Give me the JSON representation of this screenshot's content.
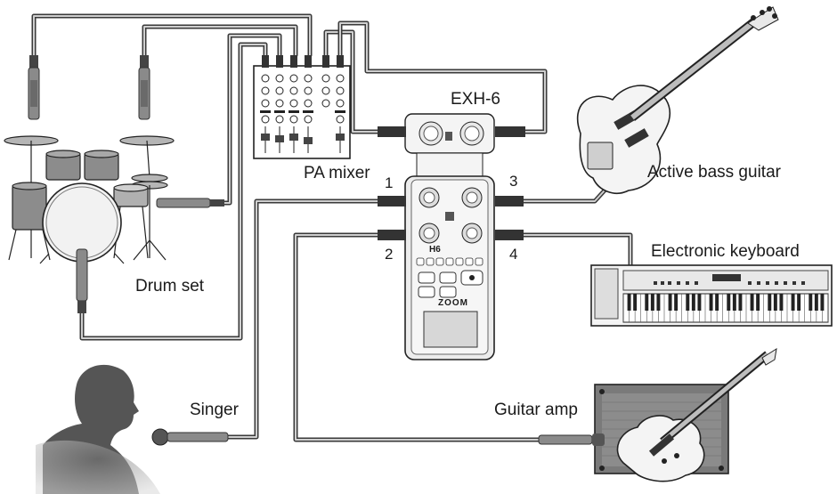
{
  "diagram": {
    "labels": {
      "drum_set": "Drum set",
      "pa_mixer": "PA mixer",
      "exh6": "EXH-6",
      "active_bass_guitar": "Active bass guitar",
      "electronic_keyboard": "Electronic keyboard",
      "singer": "Singer",
      "guitar_amp": "Guitar amp"
    },
    "inputs": {
      "in1": "1",
      "in2": "2",
      "in3": "3",
      "in4": "4"
    },
    "recorder": {
      "model": "H6",
      "brand": "ZOOM"
    }
  }
}
